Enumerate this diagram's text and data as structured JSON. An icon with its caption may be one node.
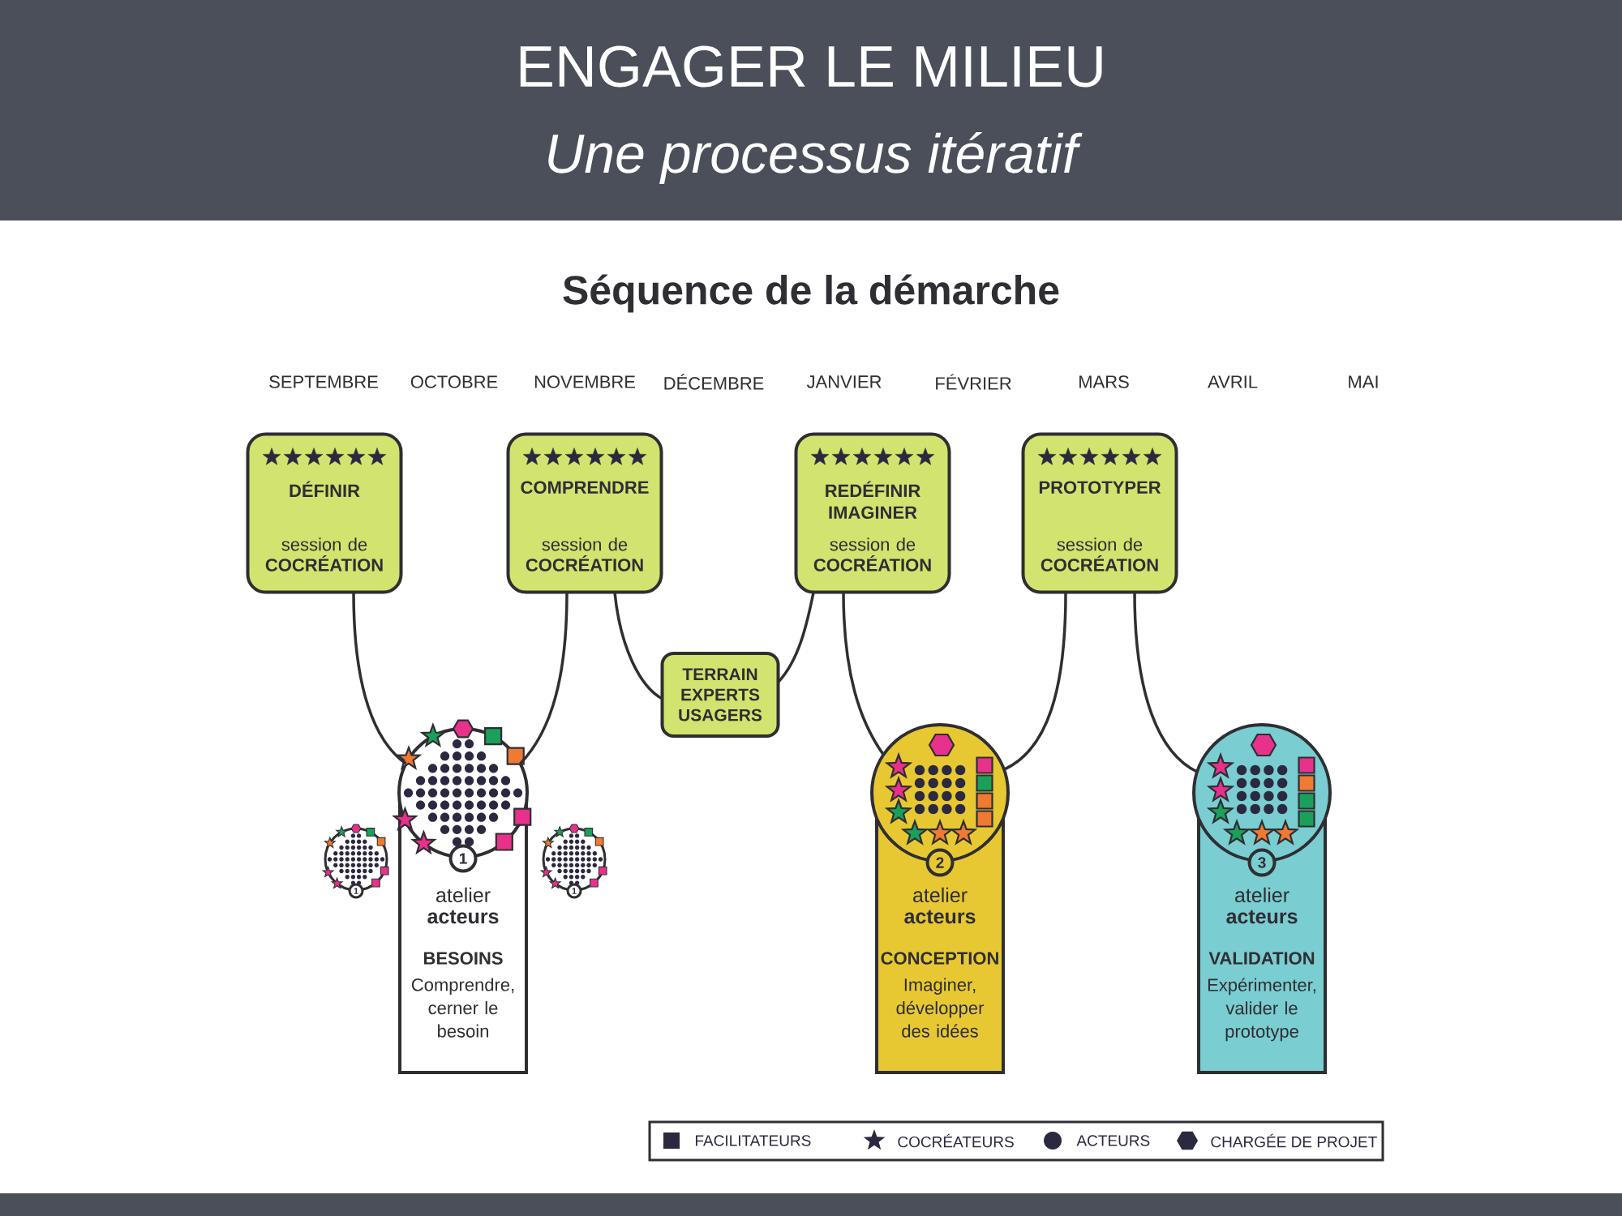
{
  "diagram": {
    "title": "ENGAGER LE MILIEU",
    "nodes": [
      {
        "text": [
          "DÉFINIR",
          "session de **COCRÉATION**"
        ]
      },
      {
        "text": [
          "COMPRENDRE",
          "session de **COCRÉATION**"
        ]
      },
      {
        "text": [
          "REDÉFINIR IMAGINER",
          "session de **COCRÉATION**"
        ]
      },
      {
        "text": [
          "PROTOTYPER",
          "session de **COCRÉATION**"
        ]
      },
      {
        "text": [
          "TERRAIN EXPERTS USAGERS"
        ]
      },
      {
        "text": [
          "1",
          "atelier **acteurs**",
          "BESOINS",
          "Comprendre, cerner le besoin"
        ]
      },
      {
        "text": [
          "2",
          "atelier **acteurs**",
          "CONCEPTION",
          "Imaginer, développer des idées"
        ]
      },
      {
        "text": [
          "3",
          "atelier **acteurs**",
          "VALIDATION",
          "Expérimenter, valider le prototype"
        ]
      },
      {
        "text": [
          "1"
        ]
      },
      {
        "text": [
          "1"
        ]
      }
    ],
    "edges": [
      {
        "from": 0,
        "to": 5,
        "arrow": "none"
      },
      {
        "from": 1,
        "to": 5,
        "arrow": "none"
      },
      {
        "from": 1,
        "to": 4,
        "arrow": "none"
      },
      {
        "from": 4,
        "to": 2,
        "arrow": "none"
      },
      {
        "from": 2,
        "to": 6,
        "arrow": "none"
      },
      {
        "from": 3,
        "to": 6,
        "arrow": "none"
      },
      {
        "from": 3,
        "to": 7,
        "arrow": "none"
      }
    ],
    "labels": [
      "Une processus itératif",
      "Séquence de la démarche",
      "SEPTEMBRE",
      "OCTOBRE",
      "NOVEMBRE",
      "DÉCEMBRE",
      "JANVIER",
      "FÉVRIER",
      "MARS",
      "AVRIL",
      "MAI"
    ],
    "legend": [
      {
        "text": "FACILITATEURS"
      },
      {
        "text": "COCRÉATEURS"
      },
      {
        "text": "ACTEURS"
      },
      {
        "text": "CHARGÉE DE PROJET"
      }
    ]
  }
}
